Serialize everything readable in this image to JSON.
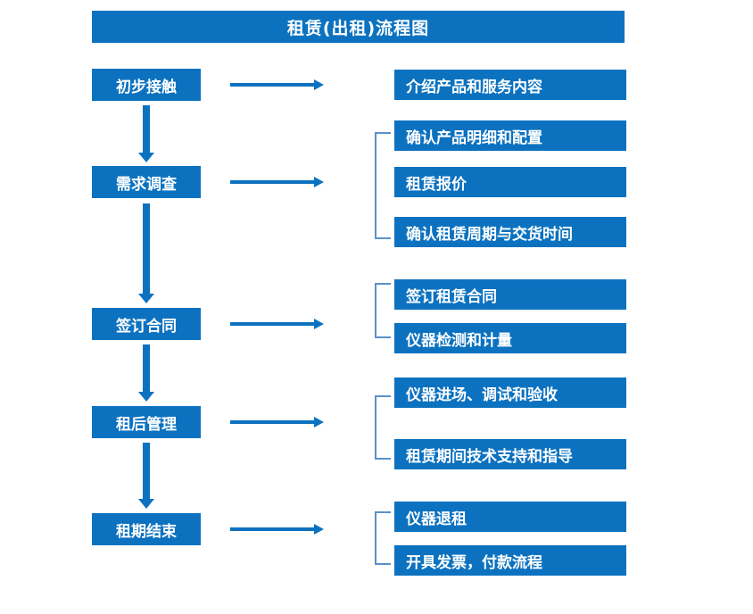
{
  "title": "租赁(出租)流程图",
  "theme": {
    "box_fill": "#0c72c0",
    "box_text": "#ffffff",
    "arrow_color": "#0c72c0",
    "bracket_color": "#5b8fc9",
    "background": "#ffffff"
  },
  "stages": [
    {
      "label": "初步接触"
    },
    {
      "label": "需求调查"
    },
    {
      "label": "签订合同"
    },
    {
      "label": "租后管理"
    },
    {
      "label": "租期结束"
    }
  ],
  "details": [
    {
      "label": "介绍产品和服务内容"
    },
    {
      "label": "确认产品明细和配置"
    },
    {
      "label": "租赁报价"
    },
    {
      "label": "确认租赁周期与交货时间"
    },
    {
      "label": "签订租赁合同"
    },
    {
      "label": "仪器检测和计量"
    },
    {
      "label": "仪器进场、调试和验收"
    },
    {
      "label": "租赁期间技术支持和指导"
    },
    {
      "label": "仪器退租"
    },
    {
      "label": "开具发票，付款流程"
    }
  ]
}
